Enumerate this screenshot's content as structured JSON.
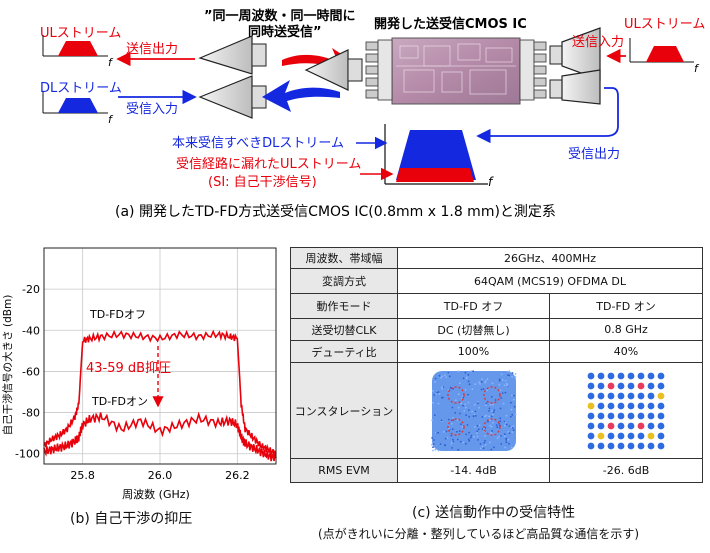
{
  "diagram": {
    "ul_stream_left": "ULストリーム",
    "dl_stream_left": "DLストリーム",
    "ul_stream_right": "ULストリーム",
    "tx_output": "送信出力",
    "rx_input": "受信入力",
    "tx_input": "送信入力",
    "rx_output": "受信出力",
    "quote_line1": "”同一周波数・同一時間に",
    "quote_line2": "同時送受信”",
    "ic_label": "開発した送受信CMOS IC",
    "axis_f": "f",
    "dl_expected": "本来受信すべきDLストリーム",
    "ul_leaked": "受信経路に漏れたULストリーム",
    "si_note": "(SI: 自己干渉信号)",
    "caption_a": "(a) 開発したTD-FD方式送受信CMOS IC(0.8mm x 1.8 mm)と測定系",
    "colors": {
      "red": "#e8000b",
      "blue": "#1428e0"
    }
  },
  "chart_data": {
    "type": "line",
    "xlabel": "周波数 (GHz)",
    "ylabel": "自己干渉信号の大きさ (dBm)",
    "xlim": [
      25.7,
      26.3
    ],
    "ylim": [
      -105,
      0
    ],
    "x_ticks": [
      "25.8",
      "26.0",
      "26.2"
    ],
    "y_ticks": [
      "-20",
      "-40",
      "-60",
      "-80",
      "-100"
    ],
    "grid": true,
    "color": "#e8000b",
    "series": [
      {
        "name": "TD-FDオフ",
        "x": [
          25.7,
          25.72,
          25.74,
          25.76,
          25.78,
          25.79,
          25.8,
          25.82,
          25.85,
          25.9,
          25.95,
          26.0,
          26.05,
          26.1,
          26.15,
          26.18,
          26.2,
          26.21,
          26.22,
          26.24,
          26.26,
          26.28,
          26.3
        ],
        "y": [
          -96,
          -93,
          -91,
          -88,
          -82,
          -76,
          -45,
          -44,
          -43,
          -42,
          -43,
          -44,
          -42,
          -43,
          -42,
          -43,
          -44,
          -76,
          -88,
          -92,
          -96,
          -98,
          -100
        ]
      },
      {
        "name": "TD-FDオン",
        "x": [
          25.7,
          25.72,
          25.74,
          25.76,
          25.78,
          25.79,
          25.8,
          25.82,
          25.85,
          25.9,
          25.95,
          26.0,
          26.05,
          26.1,
          26.15,
          26.18,
          26.2,
          26.21,
          26.22,
          26.24,
          26.26,
          26.28,
          26.3
        ],
        "y": [
          -99,
          -98,
          -97,
          -96,
          -94,
          -92,
          -86,
          -83,
          -82,
          -88,
          -84,
          -89,
          -86,
          -83,
          -85,
          -84,
          -86,
          -92,
          -95,
          -97,
          -99,
          -101,
          -102
        ]
      }
    ],
    "annotation": "43-59 dB抑圧",
    "label_off": "TD-FDオフ",
    "label_on": "TD-FDオン"
  },
  "caption_b": "(b) 自己干渉の抑圧",
  "table": {
    "rows": [
      {
        "label": "周波数、帯域幅",
        "merged": "26GHz、400MHz"
      },
      {
        "label": "変調方式",
        "merged": "64QAM (MCS19)  OFDMA DL"
      },
      {
        "label": "動作モード",
        "off": "TD-FD オフ",
        "on": "TD-FD オン"
      },
      {
        "label": "送受切替CLK",
        "off": "DC (切替無し)",
        "on": "0.8 GHz"
      },
      {
        "label": "デューティ比",
        "off": "100%",
        "on": "40%"
      },
      {
        "label": "コンスタレーション"
      },
      {
        "label": "RMS EVM",
        "off": "-14. 4dB",
        "on": "-26. 6dB"
      }
    ]
  },
  "caption_c": "(c) 送信動作中の受信特性",
  "caption_c_sub": "(点がきれいに分離・整列しているほど高品質な通信を示す)"
}
